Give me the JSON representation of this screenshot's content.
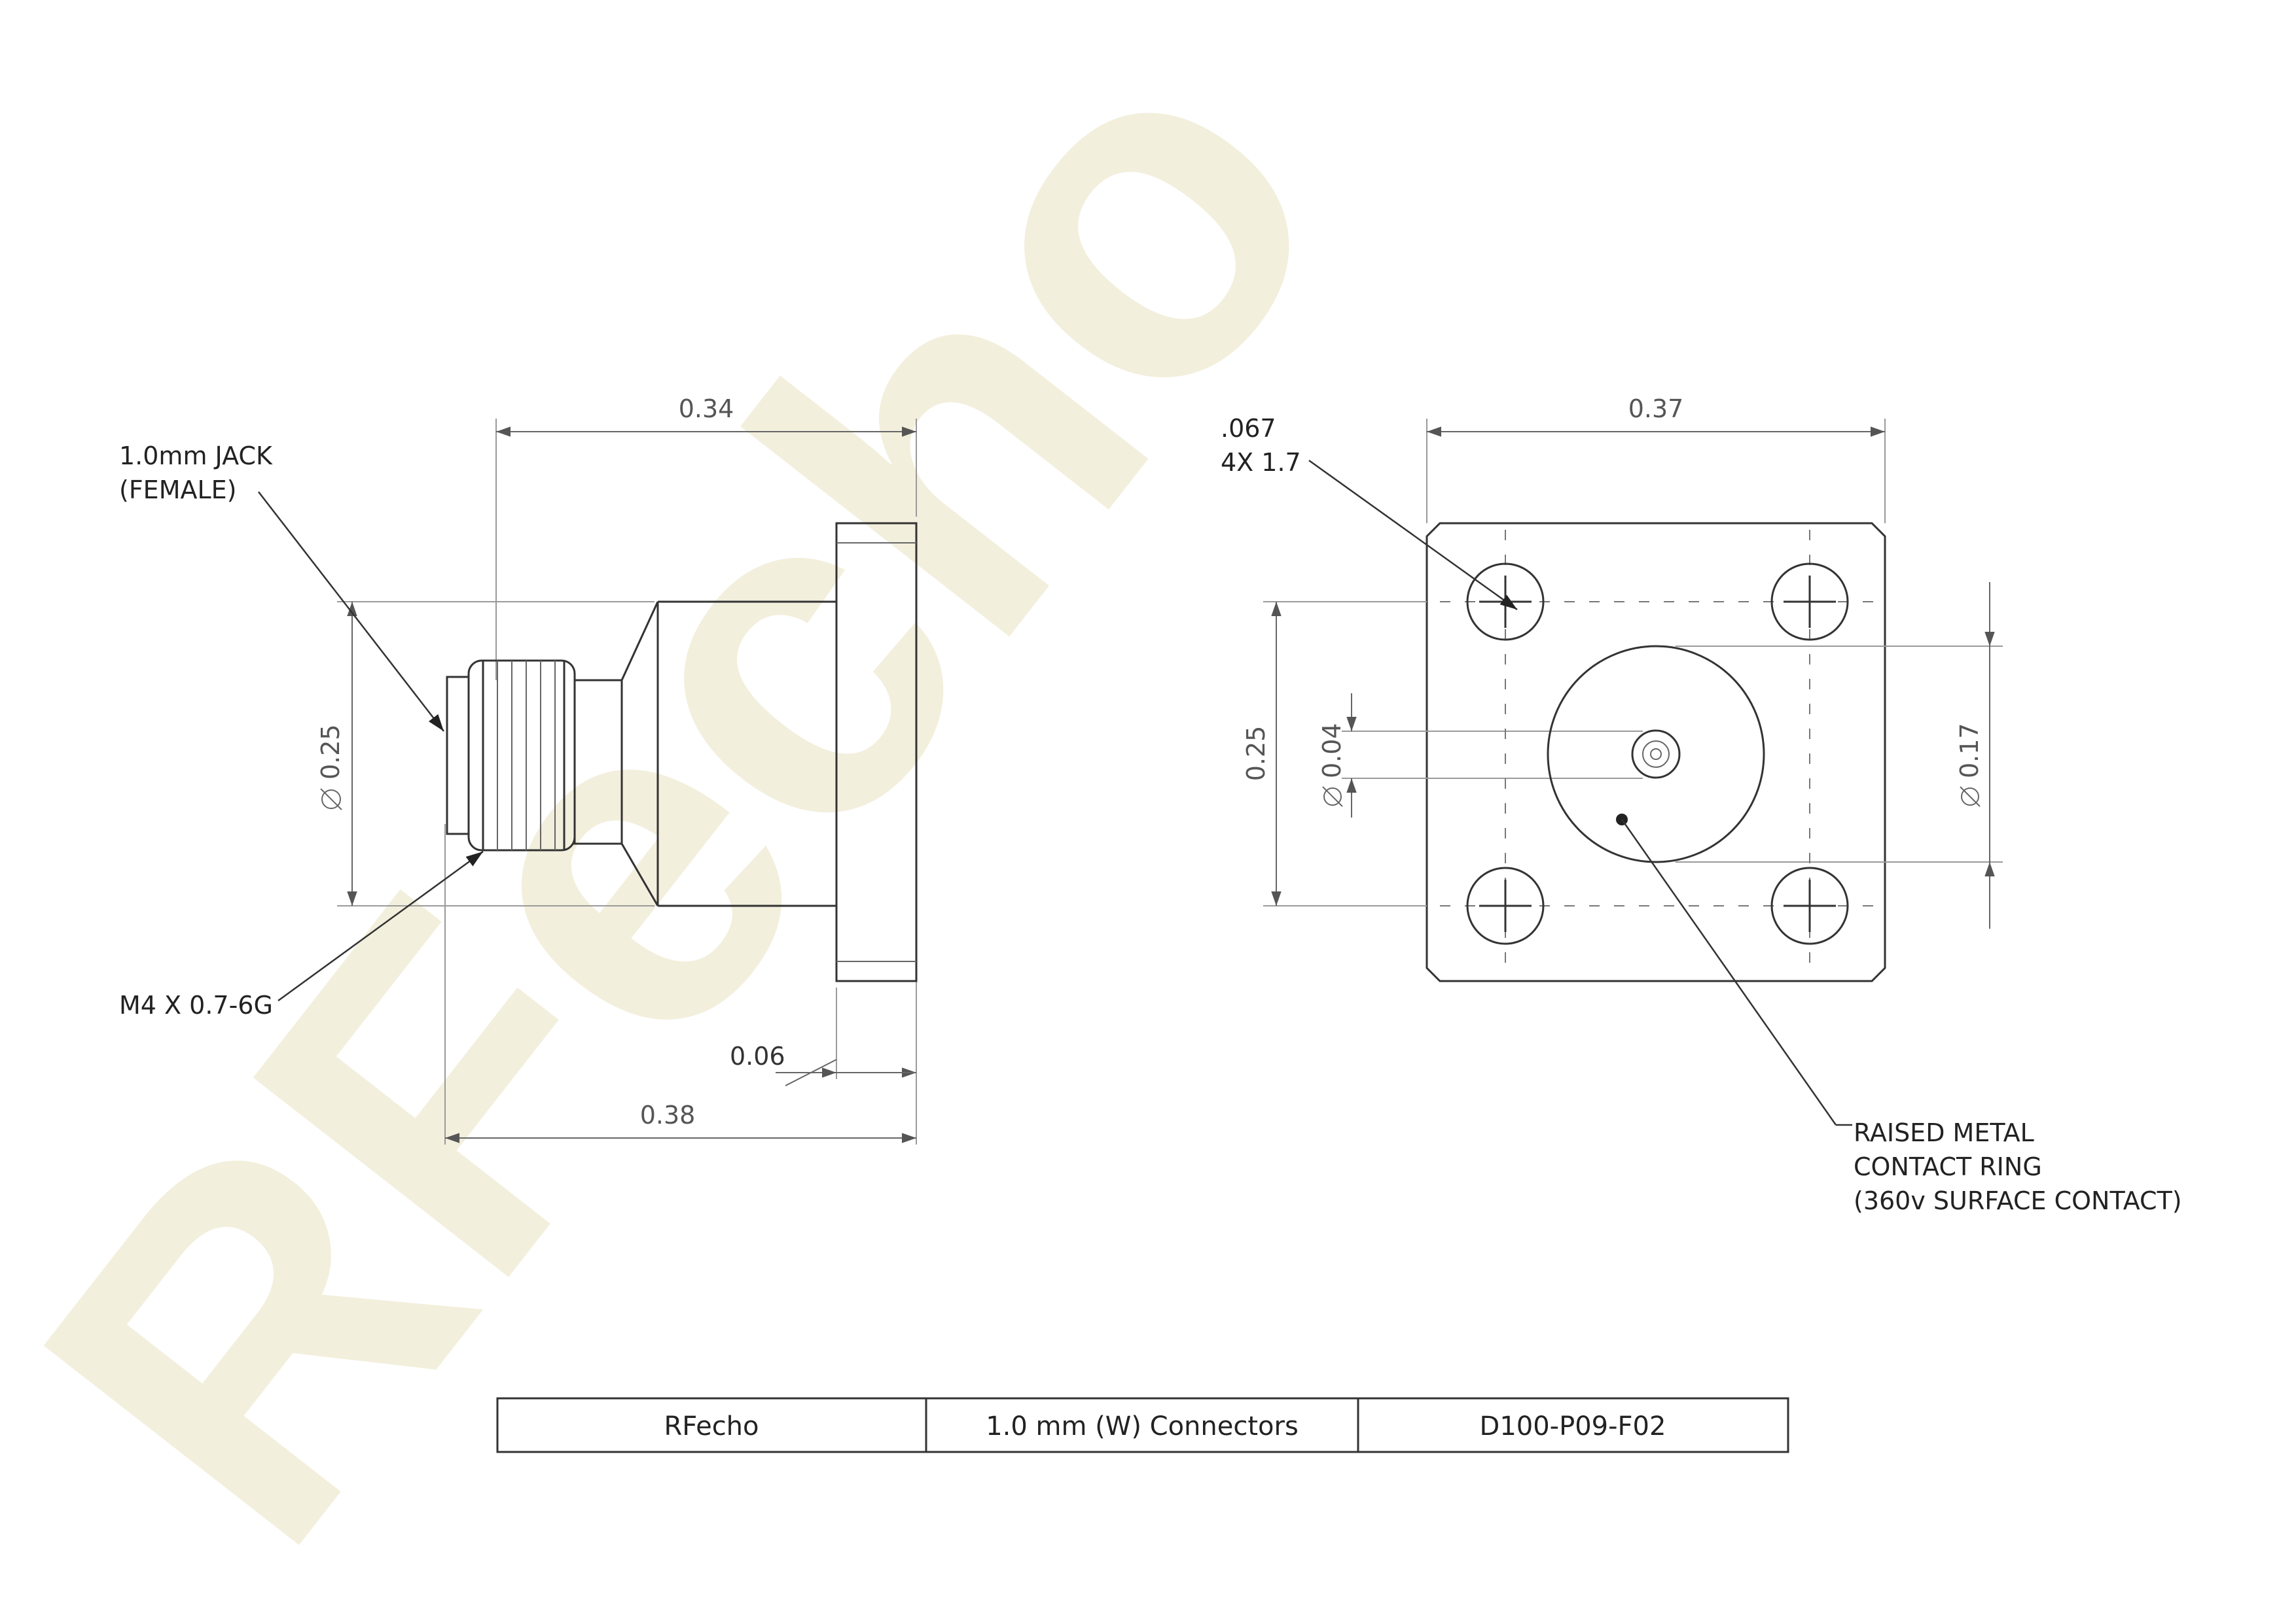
{
  "watermark": {
    "text": "RFecho",
    "color": "#f0ead2"
  },
  "side_view": {
    "dims": {
      "top_length": "0.34",
      "bottom_length": "0.38",
      "flange_thickness": "0.06",
      "diameter": "0.25"
    },
    "labels": {
      "jack_line1": "1.0mm JACK",
      "jack_line2": "(FEMALE)",
      "thread": "M4 X 0.7-6G"
    }
  },
  "front_view": {
    "dims": {
      "width": "0.37",
      "height": "0.25",
      "pin_diameter": "0.04",
      "ring_diameter": "0.17"
    },
    "labels": {
      "holes_line1": ".067",
      "holes_line2": "4X 1.7",
      "ring_line1": "RAISED METAL",
      "ring_line2": "CONTACT RING",
      "ring_line3": "(360v SURFACE CONTACT)"
    }
  },
  "title_block": {
    "company": "RFecho",
    "description": "1.0 mm (W) Connectors",
    "part_number": "D100-P09-F02"
  },
  "colors": {
    "line": "#333333",
    "dimension": "#555555",
    "watermark": "#f0ead2"
  }
}
